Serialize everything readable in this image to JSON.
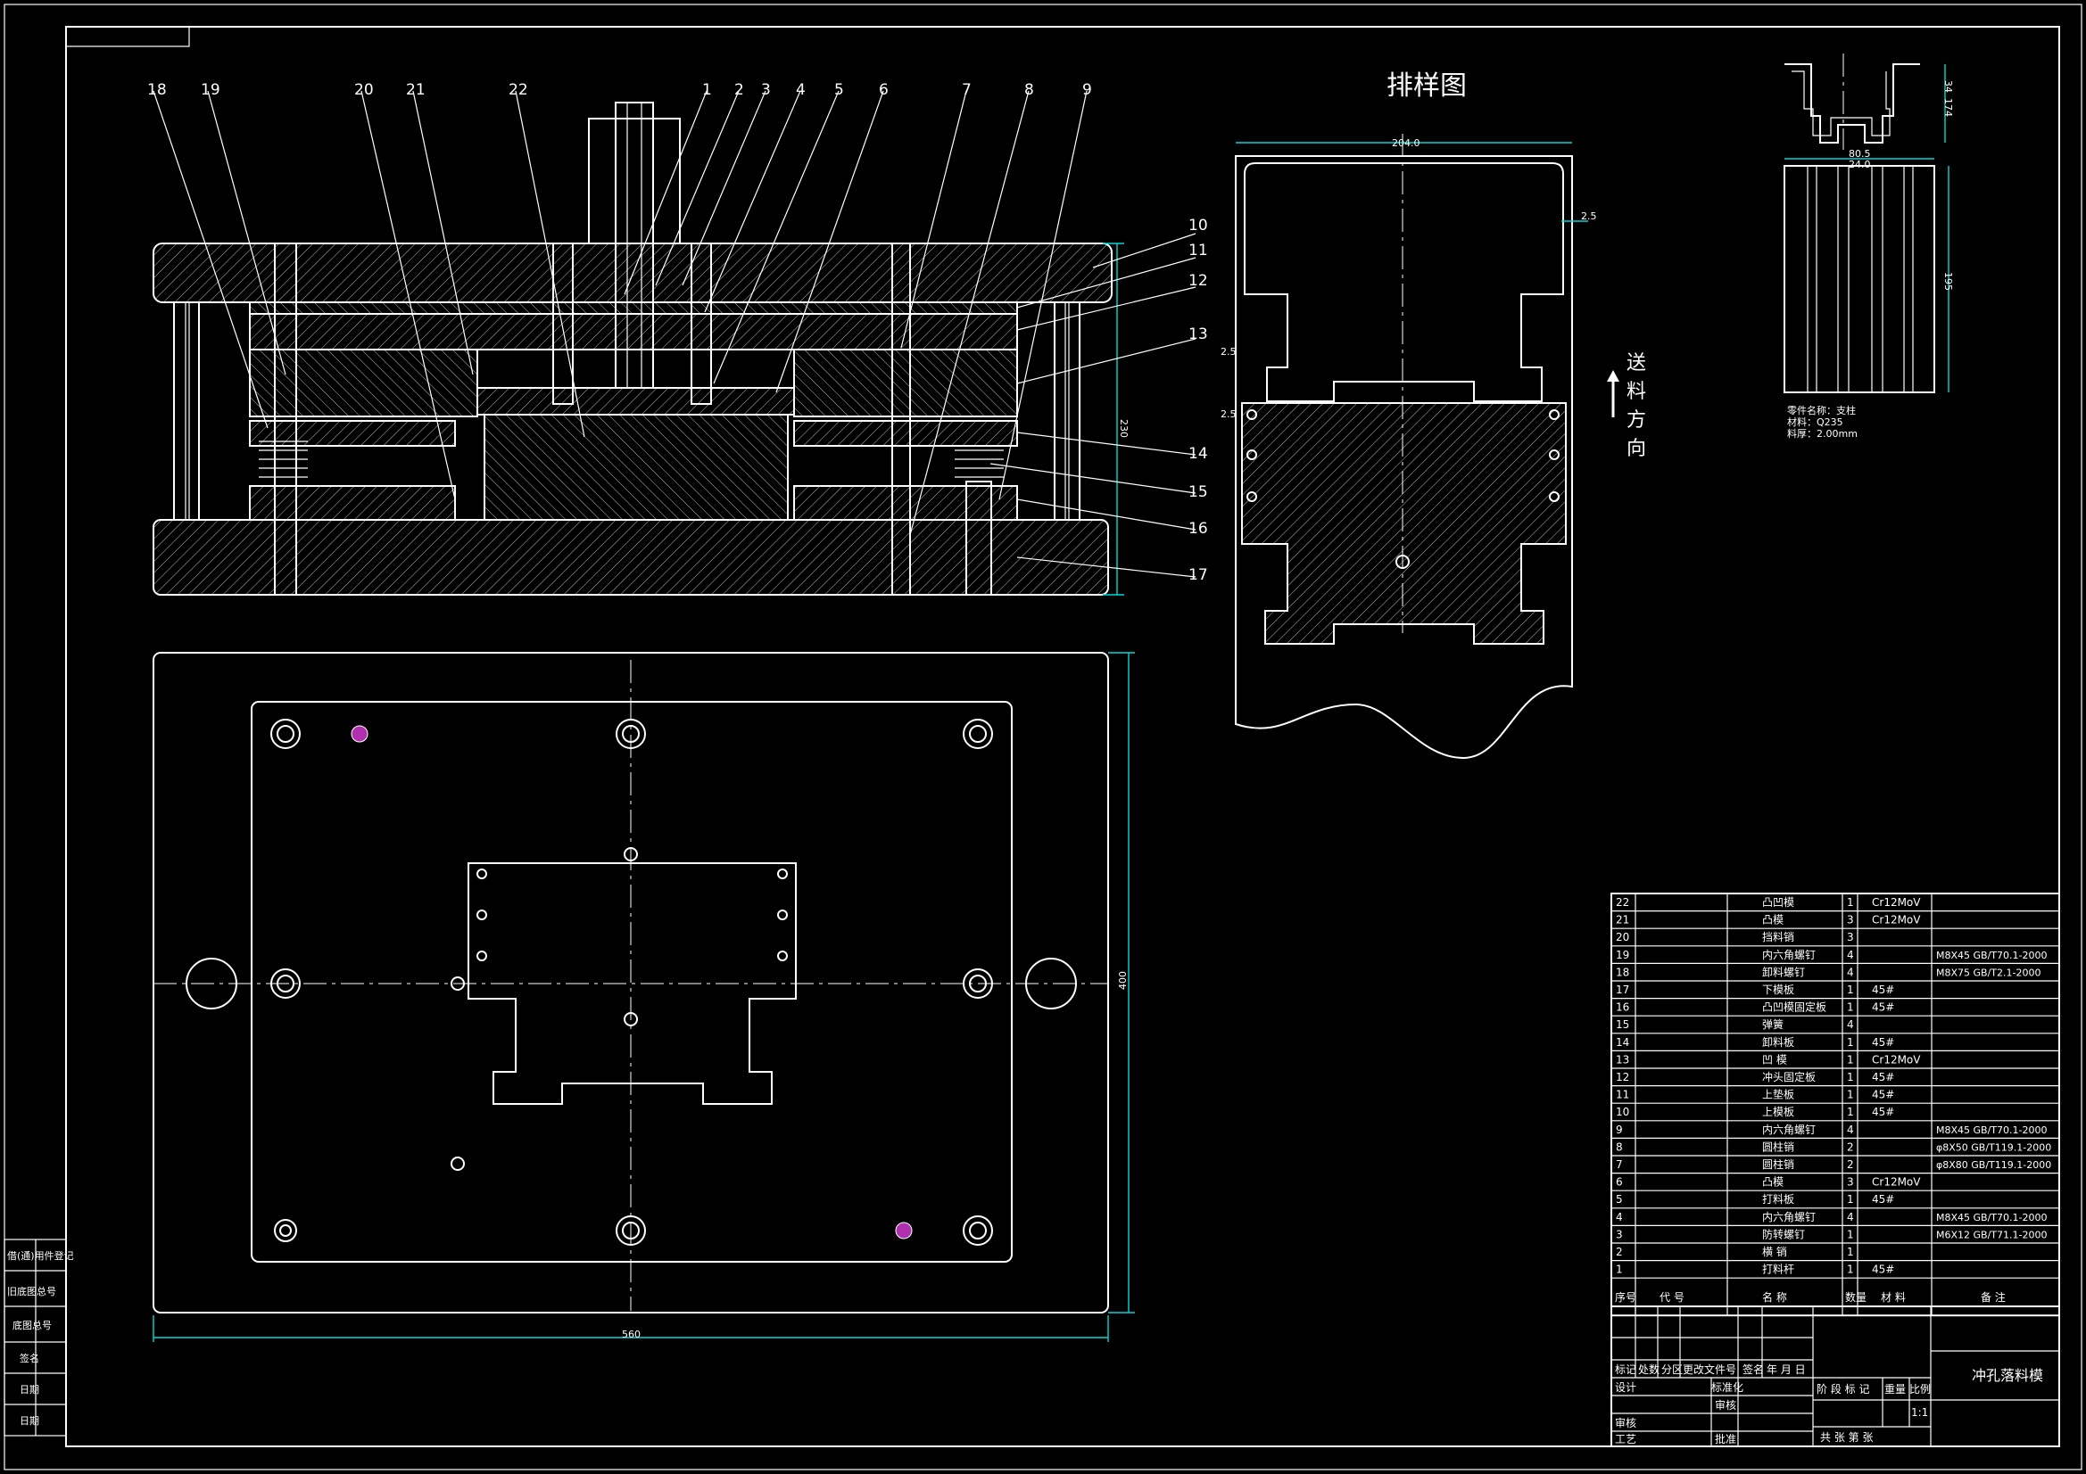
{
  "drawing_title": "冲孔落料模",
  "layout_view": {
    "title": "排样图",
    "feed_label": [
      "送",
      "料",
      "方",
      "向"
    ],
    "dim_width": "204.0",
    "dim_edge": "2.5",
    "dim_a": "2.5",
    "dim_b": "2.5"
  },
  "part_view": {
    "dim_top": "34",
    "dim_height": "174",
    "dim_w1": "80.5",
    "dim_w2": "24.0",
    "dim_length": "195",
    "notes": [
      "零件名称：支柱",
      "材料：Q235",
      "料厚：2.00mm"
    ]
  },
  "section_view": {
    "dim_height": "230",
    "callouts_top": [
      "18",
      "19",
      "20",
      "21",
      "22",
      "1",
      "2",
      "3",
      "4",
      "5",
      "6",
      "7",
      "8",
      "9"
    ],
    "callouts_right": [
      "10",
      "11",
      "12",
      "13",
      "14",
      "15",
      "16",
      "17"
    ]
  },
  "plan_view": {
    "dim_width": "560",
    "dim_height": "400"
  },
  "bom": {
    "rows": [
      {
        "no": "22",
        "name": "凸凹模",
        "qty": "1",
        "material": "Cr12MoV",
        "remark": ""
      },
      {
        "no": "21",
        "name": "凸模",
        "qty": "3",
        "material": "Cr12MoV",
        "remark": ""
      },
      {
        "no": "20",
        "name": "挡料销",
        "qty": "3",
        "material": "",
        "remark": ""
      },
      {
        "no": "19",
        "name": "内六角螺钉",
        "qty": "4",
        "material": "",
        "remark": "M8X45 GB/T70.1-2000"
      },
      {
        "no": "18",
        "name": "卸料螺钉",
        "qty": "4",
        "material": "",
        "remark": "M8X75 GB/T2.1-2000"
      },
      {
        "no": "17",
        "name": "下模板",
        "qty": "1",
        "material": "45#",
        "remark": ""
      },
      {
        "no": "16",
        "name": "凸凹模固定板",
        "qty": "1",
        "material": "45#",
        "remark": ""
      },
      {
        "no": "15",
        "name": "弹簧",
        "qty": "4",
        "material": "",
        "remark": ""
      },
      {
        "no": "14",
        "name": "卸料板",
        "qty": "1",
        "material": "45#",
        "remark": ""
      },
      {
        "no": "13",
        "name": "凹 模",
        "qty": "1",
        "material": "Cr12MoV",
        "remark": ""
      },
      {
        "no": "12",
        "name": "冲头固定板",
        "qty": "1",
        "material": "45#",
        "remark": ""
      },
      {
        "no": "11",
        "name": "上垫板",
        "qty": "1",
        "material": "45#",
        "remark": ""
      },
      {
        "no": "10",
        "name": "上模板",
        "qty": "1",
        "material": "45#",
        "remark": ""
      },
      {
        "no": "9",
        "name": "内六角螺钉",
        "qty": "4",
        "material": "",
        "remark": "M8X45 GB/T70.1-2000"
      },
      {
        "no": "8",
        "name": "圆柱销",
        "qty": "2",
        "material": "",
        "remark": "φ8X50 GB/T119.1-2000"
      },
      {
        "no": "7",
        "name": "圆柱销",
        "qty": "2",
        "material": "",
        "remark": "φ8X80 GB/T119.1-2000"
      },
      {
        "no": "6",
        "name": "凸模",
        "qty": "3",
        "material": "Cr12MoV",
        "remark": ""
      },
      {
        "no": "5",
        "name": "打料板",
        "qty": "1",
        "material": "45#",
        "remark": ""
      },
      {
        "no": "4",
        "name": "内六角螺钉",
        "qty": "4",
        "material": "",
        "remark": "M8X45 GB/T70.1-2000"
      },
      {
        "no": "3",
        "name": "防转螺钉",
        "qty": "1",
        "material": "",
        "remark": "M6X12 GB/T71.1-2000"
      },
      {
        "no": "2",
        "name": "横 销",
        "qty": "1",
        "material": "",
        "remark": ""
      },
      {
        "no": "1",
        "name": "打料杆",
        "qty": "1",
        "material": "45#",
        "remark": ""
      }
    ],
    "header": {
      "no": "序号",
      "code": "代 号",
      "name": "名 称",
      "qty": "数量",
      "material": "材 料",
      "remark": "备 注"
    }
  },
  "title_block": {
    "row_labels": [
      "标记",
      "处数",
      "分区",
      "更改文件号",
      "签名",
      "年 月 日"
    ],
    "design": "设计",
    "standard": "标准化",
    "check": "审核",
    "craft": "工艺",
    "approve": "批准",
    "review": "审核",
    "stage": "阶 段 标 记",
    "weight": "重量",
    "scale_label": "比例",
    "scale": "1:1",
    "sheets": "共 张 第 张"
  },
  "side_strip": [
    "借(通)用件登记",
    "旧底图总号",
    "底图总号",
    "签名",
    "日期",
    "日期"
  ]
}
